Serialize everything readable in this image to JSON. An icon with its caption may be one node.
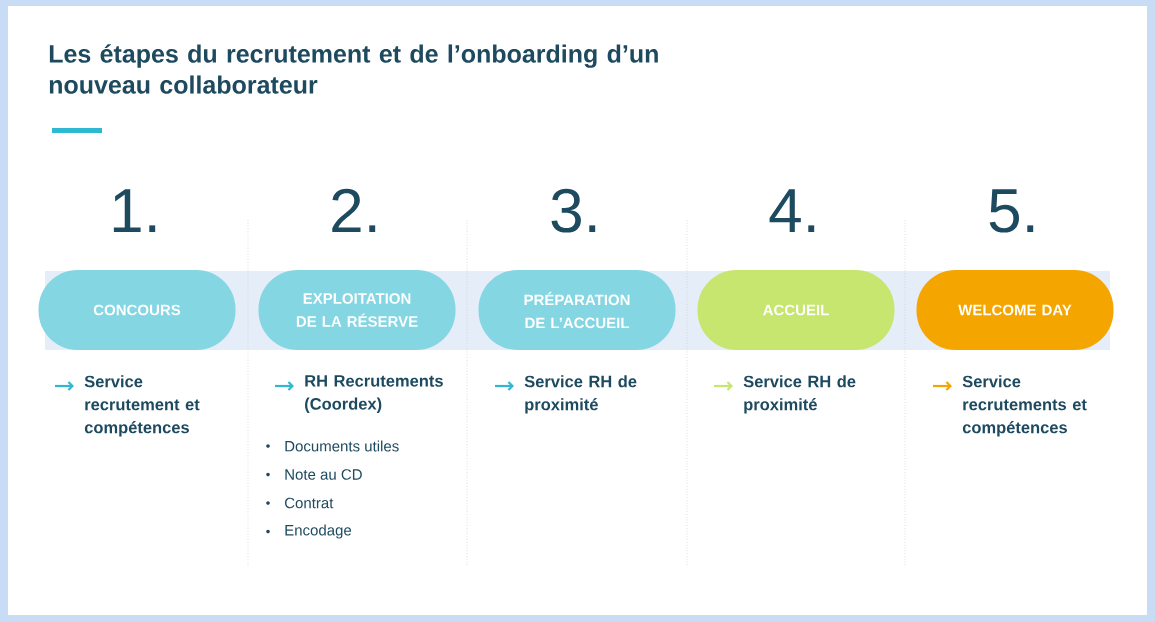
{
  "diagram": {
    "title": "Les étapes du recrutement et de l’onboarding d’un nouveau collaborateur",
    "nodes": [
      {
        "text": [
          "CONCOURS"
        ],
        "beside": [
          "1.",
          "Service recrutement et compétences"
        ]
      },
      {
        "text": [
          "EXPLOITATION DE LA RÉSERVE"
        ],
        "beside": [
          "2.",
          "RH Recrutements (Coordex)",
          "Documents utiles",
          "Note au CD",
          "Contrat",
          "Encodage"
        ]
      },
      {
        "text": [
          "PRÉPARATION DE L’ACCUEIL"
        ],
        "beside": [
          "3.",
          "Service RH de proximité"
        ]
      },
      {
        "text": [
          "ACCUEIL"
        ],
        "beside": [
          "4.",
          "Service RH de proximité"
        ]
      },
      {
        "text": [
          "WELCOME DAY"
        ],
        "beside": [
          "5.",
          "Service recrutements et compétences"
        ]
      }
    ]
  }
}
